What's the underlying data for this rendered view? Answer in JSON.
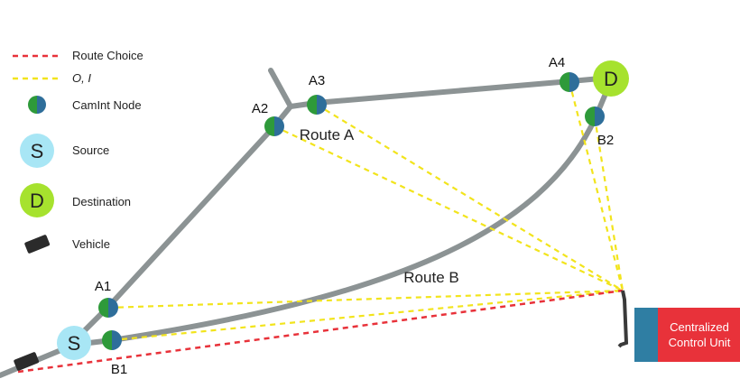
{
  "legend": {
    "route_choice": "Route Choice",
    "oi": "O, I",
    "camint_node": "CamInt Node",
    "source": "Source",
    "destination": "Destination",
    "vehicle": "Vehicle"
  },
  "symbols": {
    "source_letter": "S",
    "destination_letter": "D"
  },
  "nodes": {
    "a1": "A1",
    "a2": "A2",
    "a3": "A3",
    "a4": "A4",
    "b1": "B1",
    "b2": "B2"
  },
  "routes": {
    "route_a": "Route A",
    "route_b": "Route B"
  },
  "control_unit": {
    "line1": "Centralized",
    "line2": "Control Unit"
  },
  "colors": {
    "road": "#8c9394",
    "route_choice": "#e8323a",
    "oi_link": "#f2e41c",
    "node_green": "#2e9a3a",
    "node_blue": "#2e6e9a",
    "source_fill": "#a8e6f5",
    "destination_fill": "#a6e22e",
    "vehicle": "#2b2b2b",
    "unit_red": "#e8323a",
    "unit_blue": "#2f7ea3"
  }
}
